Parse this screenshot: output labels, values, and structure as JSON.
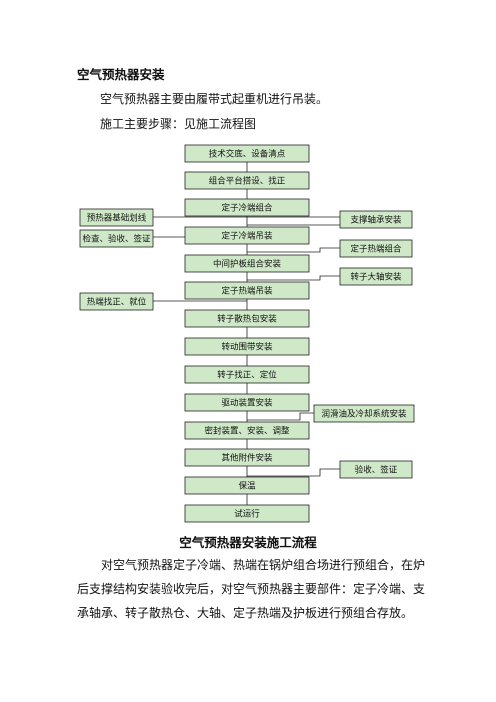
{
  "heading": "空气预热器安装",
  "intro": "空气预热器主要由履带式起重机进行吊装。",
  "steps_intro": "施工主要步骤：见施工流程图",
  "flow": {
    "main": [
      "技术交底、设备清点",
      "组合平台搭设、找正",
      "定子冷端组合",
      "定子冷端吊装",
      "中间护板组合安装",
      "定子热端吊装",
      "转子散热包安装",
      "转动围带安装",
      "转子找正、定位",
      "驱动装置安装",
      "密封装置、安装、调整",
      "其他附件安装",
      "保温",
      "试运行"
    ],
    "left": [
      "预热器基础划线",
      "检查、验收、签证",
      "热端找正、就位"
    ],
    "right": [
      "支撑轴承安装",
      "定子热端组合",
      "转子大轴安装",
      "润滑油及冷却系统安装",
      "验收、签证"
    ]
  },
  "caption": "空气预热器安装施工流程",
  "body": "对空气预热器定子冷端、热端在锅炉组合场进行预组合，在炉后支撑结构安装验收完后，对空气预热器主要部件：定子冷端、支承轴承、转子散热仓、大轴、定子热端及护板进行预组合存放。"
}
